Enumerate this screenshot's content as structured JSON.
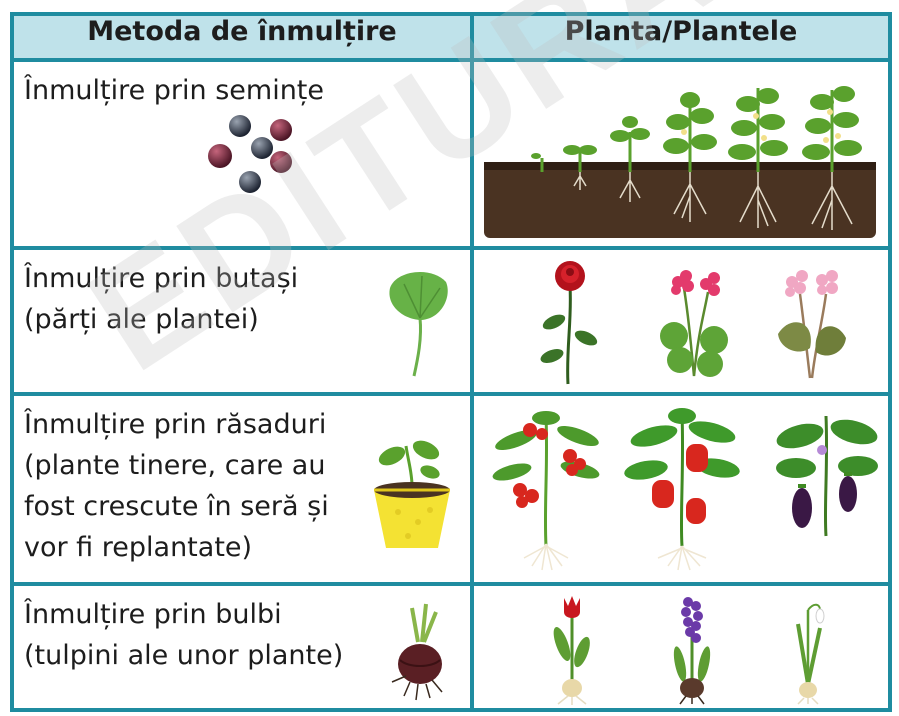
{
  "table": {
    "headers": [
      "Metoda de înmulțire",
      "Planta/Plantele"
    ],
    "rows": [
      {
        "method": [
          "Înmulțire prin semințe"
        ]
      },
      {
        "method": [
          "Înmulțire prin butași",
          "(părți ale plantei)"
        ]
      },
      {
        "method": [
          "Înmulțire prin răsaduri",
          "(plante tinere, care au",
          "fost crescute în seră și",
          "vor fi replantate)"
        ]
      },
      {
        "method": [
          "Înmulțire prin bulbi",
          "(tulpini ale unor plante)"
        ]
      }
    ]
  },
  "watermark": "EDITURA",
  "colors": {
    "border": "#1f8ca0",
    "header_bg": "#bfe2ea",
    "soil": "#4a3322",
    "leaf": "#5aa12d",
    "red": "#d8271e"
  },
  "icons": [
    "seeds-icon",
    "leaf-cutting-icon",
    "seedling-pot-icon",
    "bulb-icon",
    "rose-icon",
    "geranium-icon",
    "begonia-icon",
    "tomato-plant-icon",
    "pepper-plant-icon",
    "eggplant-icon",
    "tulip-icon",
    "hyacinth-icon",
    "snowdrop-icon"
  ]
}
